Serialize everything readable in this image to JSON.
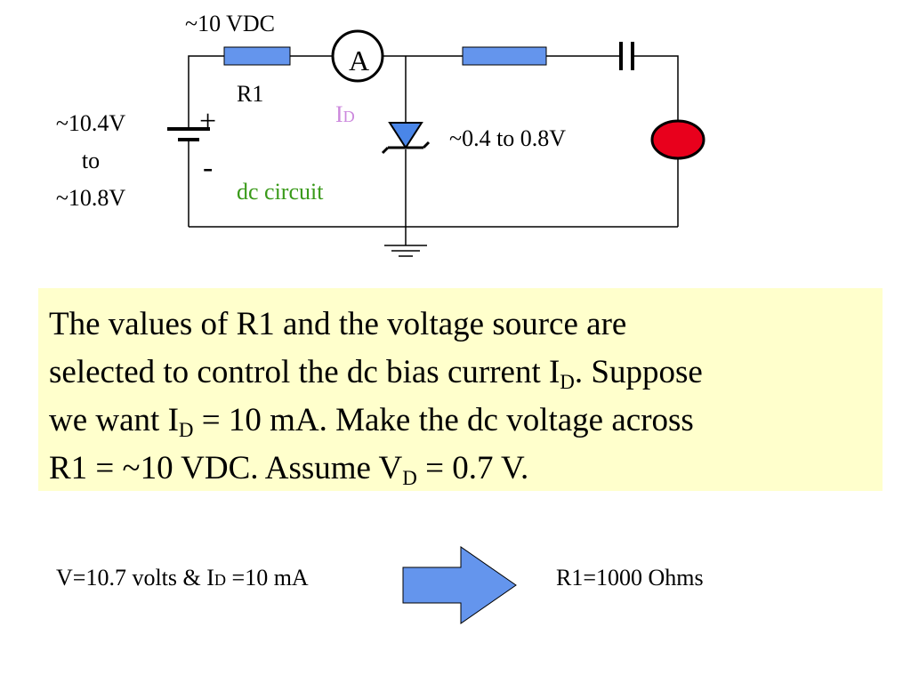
{
  "circuit": {
    "supply_label": "~10 VDC",
    "resistor_label": "R1",
    "ammeter_letter": "A",
    "current_label": {
      "main": "I",
      "sub": "D"
    },
    "source_voltage_lines": [
      "~10.4V",
      "to",
      "~10.8V"
    ],
    "plus_sign": "+",
    "minus_sign": "-",
    "diode_voltage_label": "~0.4 to 0.8V",
    "circuit_type_label": "dc circuit"
  },
  "description": {
    "line1": "The values of R1 and the voltage source are",
    "line2_pre": "selected to control the dc bias current I",
    "line2_sub": "D",
    "line2_post": ". Suppose",
    "line3_pre": "we want I",
    "line3_sub": "D",
    "line3_post": " = 10 mA. Make the dc voltage across",
    "line4_pre": "R1 = ~10 VDC.  Assume V",
    "line4_sub": "D",
    "line4_post": " = 0.7 V."
  },
  "result": {
    "input_pre": "V=10.7 volts &  I",
    "input_sub": "D",
    "input_post": " =10 mA",
    "output": "R1=1000 Ohms"
  },
  "colors": {
    "resistor": "#6495ed",
    "diode": "#4a86e8",
    "lamp": "#e8001c",
    "current_label": "#cc88dd",
    "dc_label": "#3a9a1a",
    "text_box": "#ffffcc",
    "arrow": "#6495ed"
  }
}
